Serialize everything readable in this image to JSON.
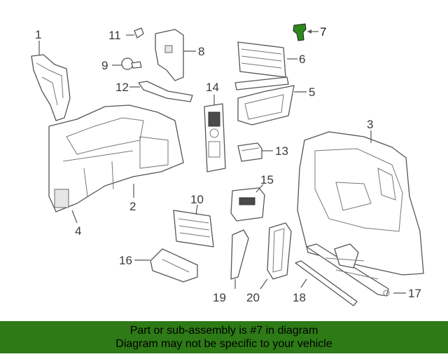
{
  "callouts": [
    {
      "id": "1",
      "label": "1"
    },
    {
      "id": "2",
      "label": "2"
    },
    {
      "id": "3",
      "label": "3"
    },
    {
      "id": "4",
      "label": "4"
    },
    {
      "id": "5",
      "label": "5"
    },
    {
      "id": "6",
      "label": "6"
    },
    {
      "id": "7",
      "label": "7"
    },
    {
      "id": "8",
      "label": "8"
    },
    {
      "id": "9",
      "label": "9"
    },
    {
      "id": "10",
      "label": "10"
    },
    {
      "id": "11",
      "label": "11"
    },
    {
      "id": "12",
      "label": "12"
    },
    {
      "id": "13",
      "label": "13"
    },
    {
      "id": "14",
      "label": "14"
    },
    {
      "id": "15",
      "label": "15"
    },
    {
      "id": "16",
      "label": "16"
    },
    {
      "id": "17",
      "label": "17"
    },
    {
      "id": "18",
      "label": "18"
    },
    {
      "id": "19",
      "label": "19"
    },
    {
      "id": "20",
      "label": "20"
    }
  ],
  "highlighted_part": "7",
  "colors": {
    "highlight": "#2d8a1a",
    "banner": "#2d7a16"
  },
  "banner": {
    "line1": "Part or sub-assembly is #7 in diagram",
    "line2": "Diagram may not be specific to your vehicle"
  }
}
